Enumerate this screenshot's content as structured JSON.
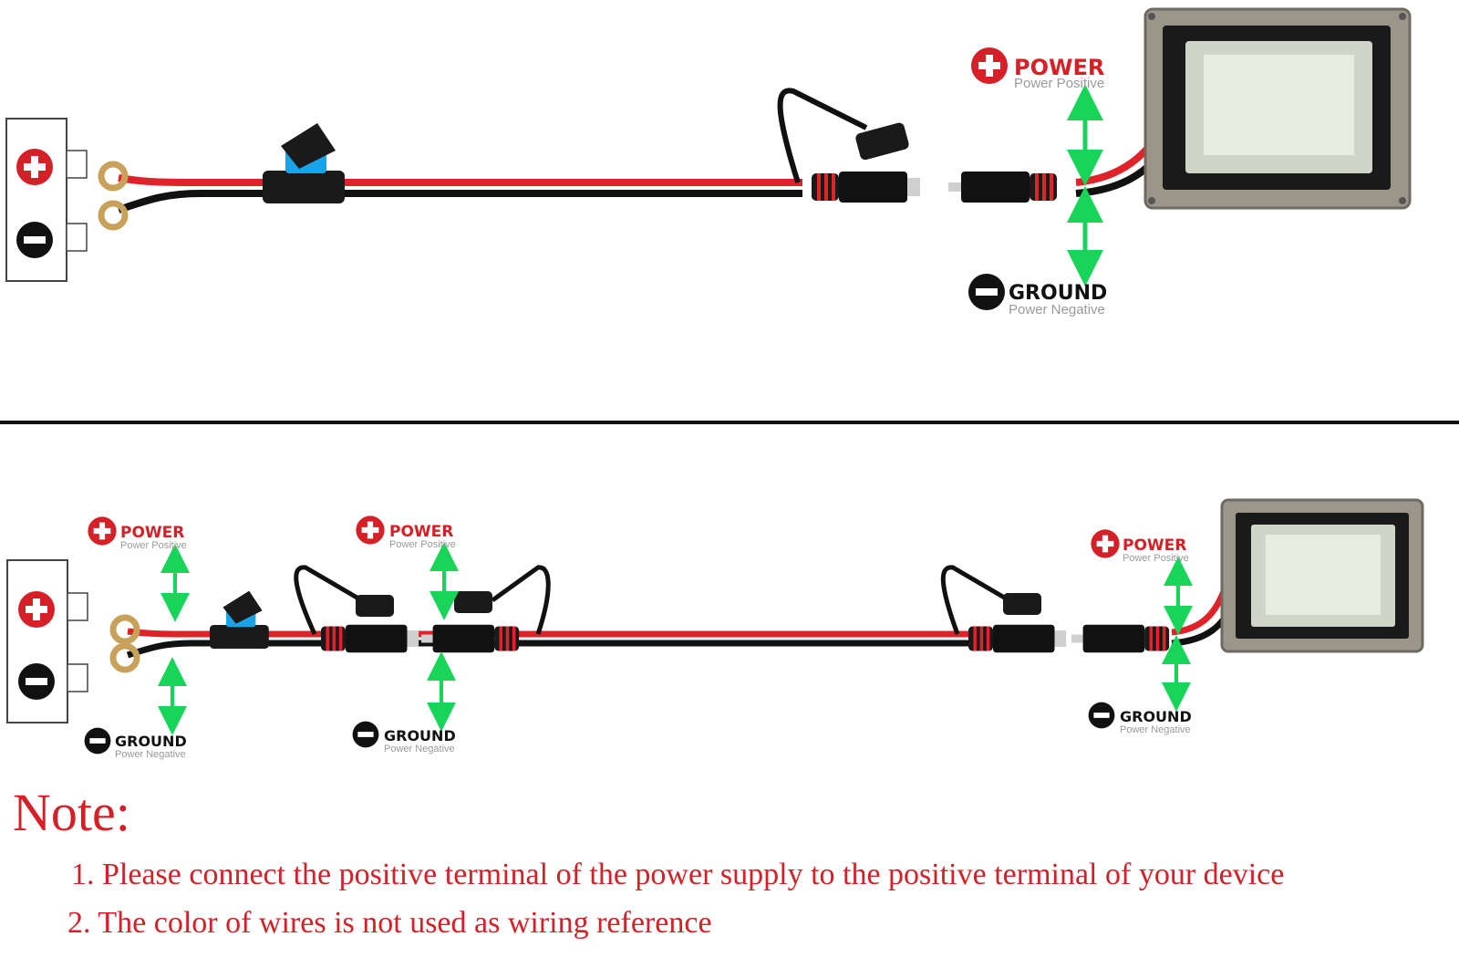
{
  "colors": {
    "accent_red": "#d42026",
    "arrow_green": "#18d458",
    "wire_red": "#e0222a",
    "wire_black": "#111111",
    "fuse_blue": "#1aa3e6",
    "ring_gold": "#c8a25a",
    "lamp_frame": "#9a968a"
  },
  "icons": {
    "plus": "plus-circle-icon",
    "minus": "minus-circle-icon"
  },
  "labels": {
    "top_power": {
      "title": "POWER",
      "sub": "Power Positive"
    },
    "top_ground": {
      "title": "GROUND",
      "sub": "Power Negative"
    },
    "bottom_power_1": {
      "title": "POWER",
      "sub": "Power Positive"
    },
    "bottom_ground_1": {
      "title": "GROUND",
      "sub": "Power Negative"
    },
    "bottom_power_2": {
      "title": "POWER",
      "sub": "Power Positive"
    },
    "bottom_ground_2": {
      "title": "GROUND",
      "sub": "Power Negative"
    },
    "bottom_power_3": {
      "title": "POWER",
      "sub": "Power Positive"
    },
    "bottom_ground_3": {
      "title": "GROUND",
      "sub": "Power Negative"
    }
  },
  "note": {
    "title": "Note:",
    "line1": "1. Please connect the positive terminal of the power supply to the positive terminal of your device",
    "line2": "2. The color of wires is not used as wiring reference"
  }
}
